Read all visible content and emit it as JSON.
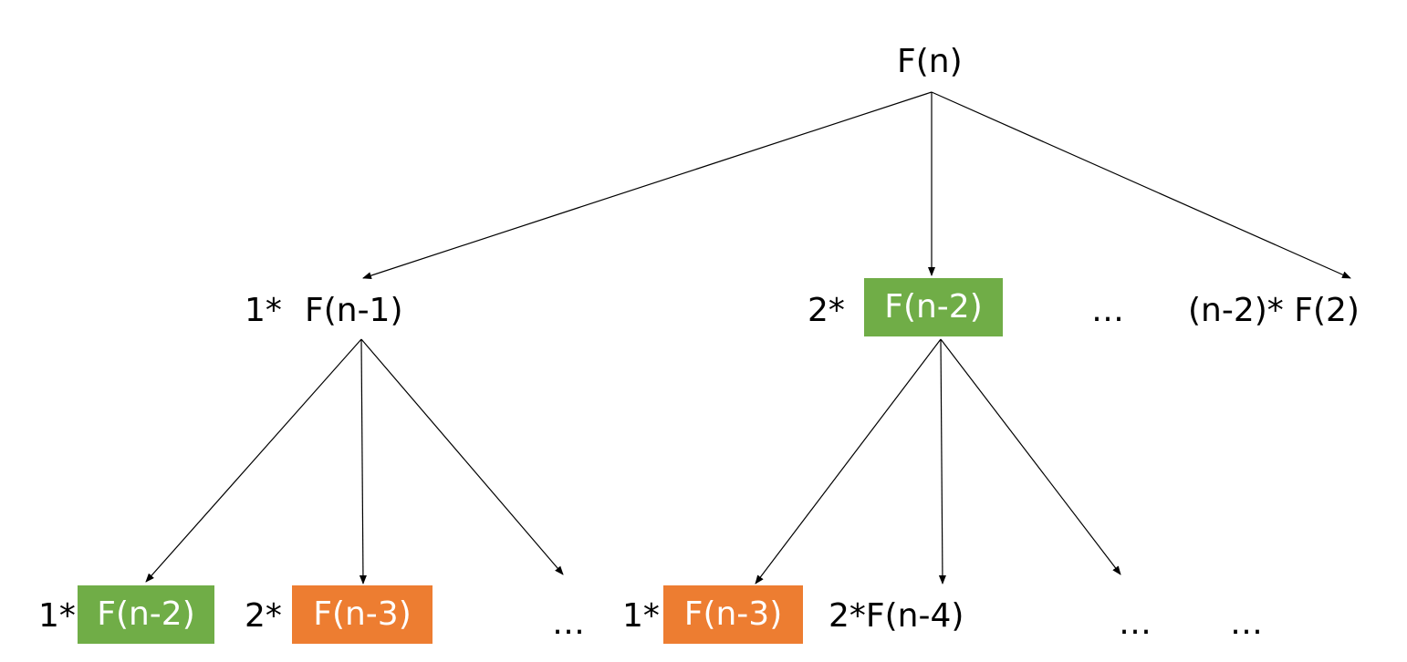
{
  "colors": {
    "green": "#70AD47",
    "orange": "#ED7D31",
    "line": "#000000",
    "text": "#000000",
    "box_text": "#FFFFFF"
  },
  "root": {
    "label": "F(n)"
  },
  "level1": {
    "left": {
      "coef": "1*",
      "term": "F(n-1)"
    },
    "middle": {
      "coef": "2*",
      "term": "F(n-2)",
      "highlight": "green"
    },
    "ellipsis": "…",
    "right": {
      "label": "(n-2)* F(2)"
    }
  },
  "level2": {
    "a": {
      "coef": "1*",
      "term": "F(n-2)",
      "highlight": "green"
    },
    "b": {
      "coef": "2*",
      "term": "F(n-3)",
      "highlight": "orange"
    },
    "ellipsis1": "…",
    "c": {
      "coef": "1*",
      "term": "F(n-3)",
      "highlight": "orange"
    },
    "d": {
      "label": "2*F(n-4)"
    },
    "ellipsis2": "…",
    "ellipsis3": "…"
  }
}
